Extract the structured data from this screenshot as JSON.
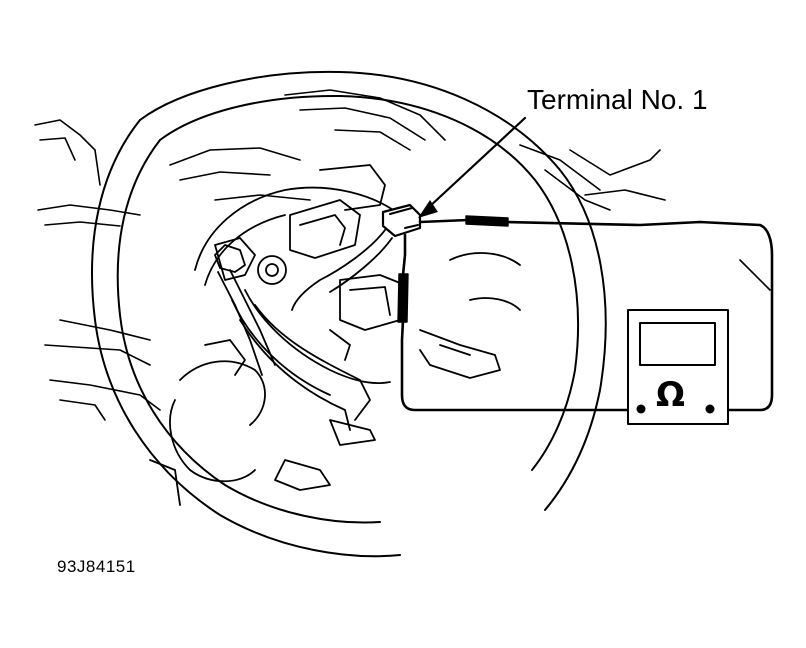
{
  "diagram": {
    "callout_label": "Terminal No. 1",
    "figure_id": "93J84151",
    "meter_symbol": "Ω"
  },
  "colors": {
    "ink": "#000000",
    "paper": "#ffffff"
  },
  "icons": {
    "meter": "ohmmeter-icon",
    "wheel": "steering-wheel-icon",
    "connector": "connector-icon"
  }
}
